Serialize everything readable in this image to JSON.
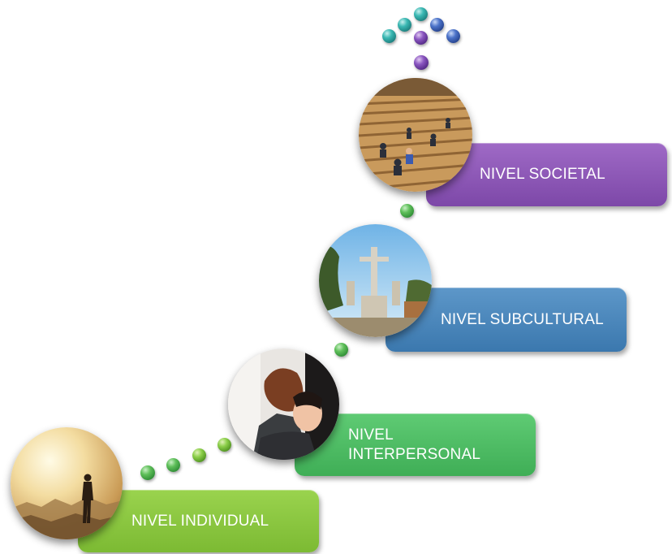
{
  "levels": {
    "individual": {
      "label": "NIVEL INDIVIDUAL",
      "color": "#8bc63f"
    },
    "interpersonal": {
      "label": "NIVEL INTERPERSONAL",
      "color": "#4dbb63"
    },
    "subcultural": {
      "label": "NIVEL SUBCULTURAL",
      "color": "#4a86bd"
    },
    "societal": {
      "label": "NIVEL SOCIETAL",
      "color": "#8e59b8"
    }
  },
  "photos": {
    "individual": "person-at-sunset-photo",
    "interpersonal": "mother-hugging-child-photo",
    "subcultural": "crucifix-monument-photo",
    "societal": "auditorium-audience-photo"
  }
}
